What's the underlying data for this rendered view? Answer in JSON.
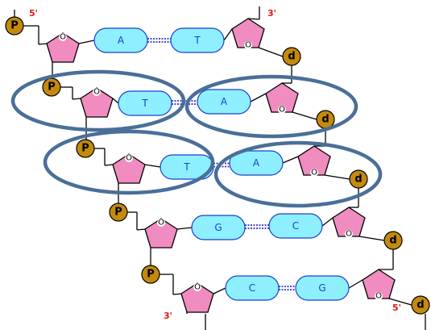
{
  "strand_labels": {
    "top_left": "5'",
    "top_right": "3'",
    "bottom_left": "3'",
    "bottom_right": "5'"
  },
  "phosphate_label": "P",
  "deoxy_label": "d",
  "ring_oxygen_label": "O",
  "base_pairs": [
    {
      "left": "A",
      "right": "T"
    },
    {
      "left": "T",
      "right": "A"
    },
    {
      "left": "T",
      "right": "A"
    },
    {
      "left": "G",
      "right": "C"
    },
    {
      "left": "C",
      "right": "G"
    }
  ],
  "highlights": [
    {
      "base_pair": 2,
      "side": "left"
    },
    {
      "base_pair": 2,
      "side": "right"
    },
    {
      "base_pair": 3,
      "side": "left"
    },
    {
      "base_pair": 3,
      "side": "right"
    }
  ],
  "colors": {
    "phosphate": "#c48a0c",
    "sugar": "#f08cc0",
    "base": "#8ef0ff",
    "base_text": "#1a3fd0",
    "hbond": "#3030d0",
    "highlight": "#4a6f98",
    "end_label": "#e01818"
  }
}
